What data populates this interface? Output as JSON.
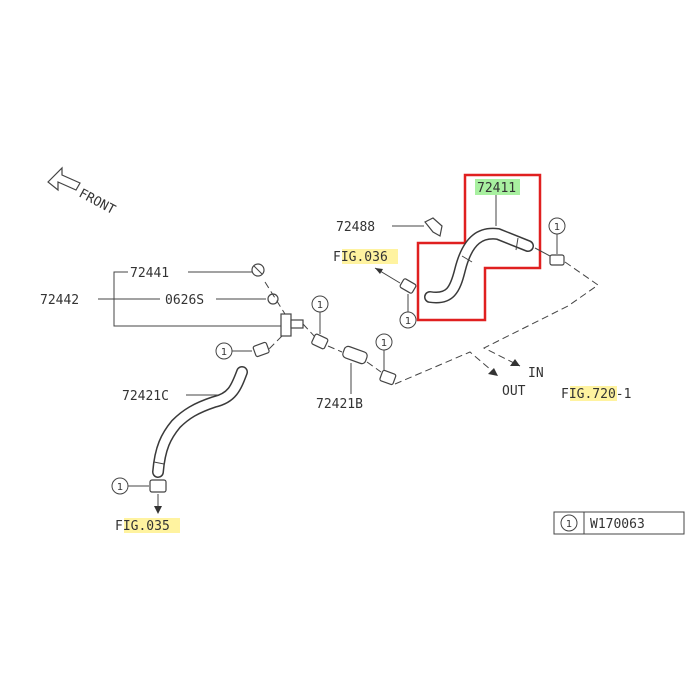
{
  "direction": {
    "front": "FRONT",
    "in": "IN",
    "out": "OUT"
  },
  "parts": {
    "p72411": "72411",
    "p72488": "72488",
    "p72441": "72441",
    "p72442": "72442",
    "p0626S": "0626S",
    "p72421C": "72421C",
    "p72421B": "72421B"
  },
  "figs": {
    "fig036": {
      "prefix": "F",
      "hl": "IG.036",
      "suffix": ""
    },
    "fig035": {
      "prefix": "F",
      "hl": "IG.035",
      "suffix": ""
    },
    "fig720": {
      "prefix": "F",
      "hl": "IG.72",
      "suffix": "0-1"
    }
  },
  "callout": "1",
  "legend": {
    "symbol": "1",
    "code": "W170063"
  },
  "colors": {
    "highlight_box": "#e02020",
    "highlight_yellow": "#fff3a0",
    "highlight_green": "#a8f0a0"
  }
}
